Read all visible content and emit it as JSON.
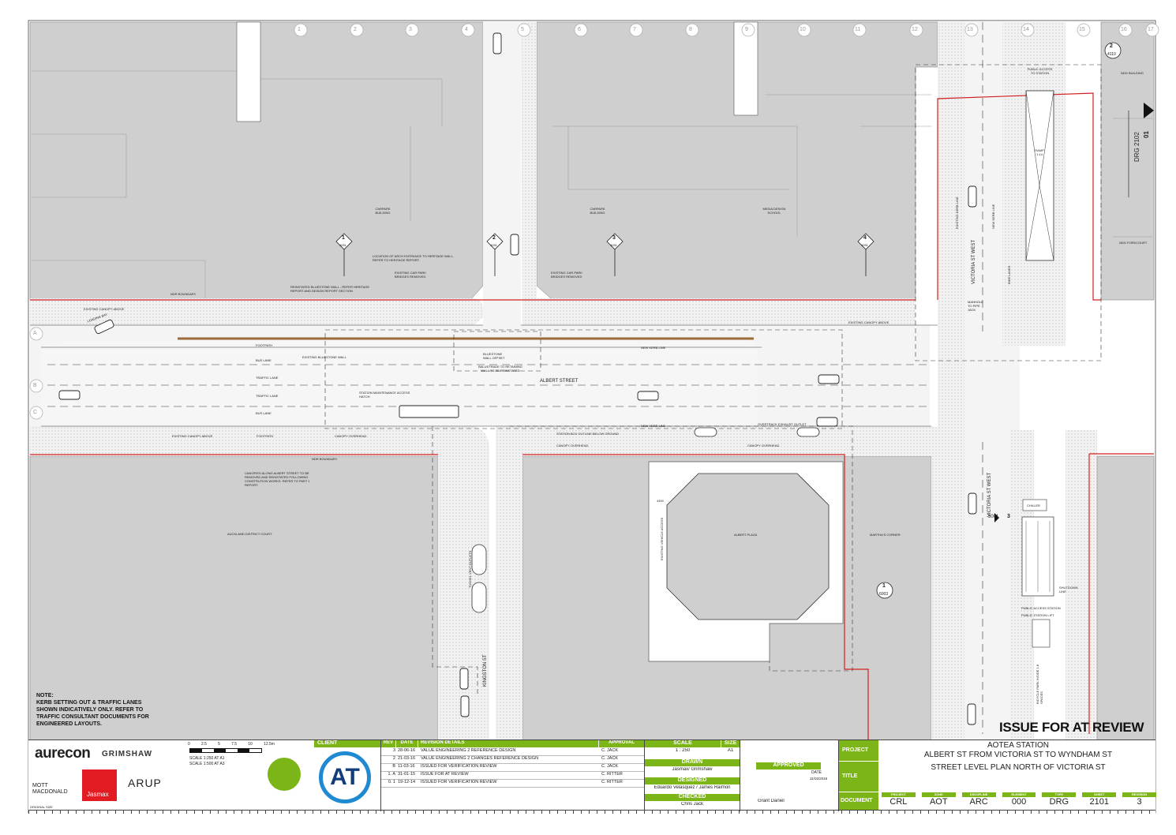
{
  "drawing": {
    "grid_top": [
      "1",
      "2",
      "3",
      "4",
      "5",
      "6",
      "7",
      "8",
      "9",
      "10",
      "11",
      "12",
      "13",
      "14",
      "15",
      "16",
      "17"
    ],
    "grid_left": [
      "A",
      "B",
      "C"
    ],
    "streets": {
      "albert": "ALBERT STREET",
      "kingston": "KINGSTON ST",
      "victoria": "VICTORIA ST WEST",
      "victoria2": "VICTORIA ST WEST"
    },
    "buildings": {
      "carpark1": "CARPARK BUILDING",
      "carpark2": "CARPARK BUILDING",
      "media": "MEDIA DESIGN SCHOOL",
      "court": "AUCKLAND DISTRICT COURT",
      "plaza": "ALBERT PLAZA",
      "martha": "MARTHA'S CORNER",
      "ndg": "NDG BUILDING",
      "ndg_forecourt": "NDG FORECOURT",
      "chiller": "CHILLER"
    },
    "lanes": [
      "FOOTPATH",
      "BUS LANE",
      "TRAFFIC LANE",
      "TRAFFIC LANE",
      "BUS LANE"
    ],
    "annotations": {
      "arch": "LOCATION OF ARCH ENTRANCE TO HERITAGE WALL. REFER TO HERITAGE REPORT.",
      "carpark_bridges1": "EXISTING CAR PARK BRIDGES REMOVED",
      "carpark_bridges2": "EXISTING CAR PARK BRIDGES REMOVED",
      "bluestone": "REINSTATED BLUESTONE WALL - REFER HERITAGE REPORT AND DESIGN REPORT SECTION",
      "ndr1": "NDR BOUNDARY",
      "ndr2": "NDR BOUNDARY",
      "canopy_above1": "EXISTING CANOPY ABOVE",
      "canopy_above2": "EXISTING CANOPY ABOVE",
      "canopy_above3": "EXISTING CANOPY ABOVE",
      "loading": "LOADING BAY",
      "existing_bluestone": "EXISTING BLUESTONE WALL",
      "bluestone_offset": "BLUESTONE WALL OFFSET",
      "balustrade": "BALUSTRADE TO RETAINING WALL TO BE REINSTATED",
      "new_kerb1": "NEW KERB LINE",
      "new_kerb2": "NEW KERB LINE",
      "maintenance": "STATION MAINTENANCE ACCESS HATCH",
      "footpath": "FOOTPATH",
      "canopy_overhead1": "CANOPY OVERHEAD",
      "canopy_overhead2": "CANOPY OVERHEAD",
      "canopy_overhead3": "CANOPY OVERHEAD",
      "station_box": "STATION BOX OUTLINE BELOW GROUND",
      "overtrack": "OVERTRACK EXHAUST OUTLET",
      "canopies_note": "CANOPIES ALONG ALBERT STREET TO BE REMOVED AND REINSTATED FOLLOWING CONSTRUTION WORKS. REFER TO PART 1 REPORT.",
      "vent": "TUNNEL VENT OUTLETS",
      "emergency": "EXISTING VEHICLE ACCESS",
      "dim_4300": "4300",
      "manhole": "MANHOLE TO PIPE JACK",
      "public_access": "PUBLIC ACCESS TO STATION",
      "ramp": "RAMP 1:14",
      "public_access2": "PUBLIC ACCESS STATION",
      "lift": "PUBLIC STATION LIFT",
      "shutdown": "SHUTDOWN LINE",
      "bike_lanes": "BIKE LANES",
      "new_kerb_line": "NEW KERB LINE",
      "existing_kerb_line": "EXISTING KERB LINE",
      "bicycle": "BICYCLE PARK INSIDE 1.8 SPACES",
      "drg_ref": "DRG 2102",
      "drg_num": "01",
      "ref_5001": "5001",
      "ref_3": "3"
    },
    "section_markers": [
      {
        "num": "1",
        "ref": "4051"
      },
      {
        "num": "2",
        "ref": "4051"
      },
      {
        "num": "3",
        "ref": "4051"
      },
      {
        "num": "4",
        "ref": "4051"
      }
    ],
    "detail_refs": [
      {
        "num": "2",
        "ref": "4110"
      },
      {
        "num": "1",
        "ref": "6003"
      }
    ]
  },
  "status": "ISSUE FOR AT REVIEW",
  "note": [
    "NOTE:",
    "KERB SETTING OUT & TRAFFIC LANES",
    "SHOWN INDICATIVELY ONLY. REFER TO",
    "TRAFFIC CONSULTANT DOCUMENTS FOR",
    "ENGINEERED LAYOUTS."
  ],
  "title_block": {
    "logos": {
      "aurecon": "aurecon",
      "grimshaw": "GRIMSHAW",
      "mott": "MOTT MACDONALD",
      "jasmax": "Jasmax",
      "arup": "ARUP",
      "at": "AT"
    },
    "scale_bar": {
      "ticks": [
        "0",
        "2.5",
        "5",
        "7.5",
        "10",
        "12.5m"
      ],
      "a1": "SCALE 1:250 AT A1",
      "a3": "SCALE 1:500 AT A3"
    },
    "client_label": "CLIENT",
    "original_size": "ORIGINAL SIZE",
    "headers": {
      "rev": "REV",
      "date": "DATE",
      "details": "REVISION DETAILS",
      "approval": "APPROVAL"
    },
    "revisions": [
      {
        "rev": "3",
        "date": "28-06-16",
        "details": "VALUE ENGINEERING 2 REFERENCE DESIGN",
        "approval": "C. JACK"
      },
      {
        "rev": "2",
        "date": "21-03-16",
        "details": "VALUE ENGINEERING 2 CHANGES REFERENCE DESIGN",
        "approval": "C. JACK"
      },
      {
        "rev": "B",
        "date": "11-03-16",
        "details": "ISSUED FOR VERIFICATION REVIEW",
        "approval": "C. JACK"
      },
      {
        "rev": "1. A",
        "date": "31-01-15",
        "details": "ISSUE FOR AT REVIEW",
        "approval": "C. RITTER"
      },
      {
        "rev": "0. 1",
        "date": "19-12-14",
        "details": "ISSUED FOR VERIFICATION REVIEW",
        "approval": "C. RITTER"
      }
    ],
    "scale_label": "SCALE",
    "scale": "1 : 250",
    "size_label": "SIZE",
    "size": "A1",
    "drawn_label": "DRAWN",
    "drawn": "Jasmax/ Grimshaw",
    "designed_label": "DESIGNED",
    "designed": "Eduardo Velasquez / James Raimon",
    "checked_label": "CHECKED",
    "checked": "Chris Jack",
    "approved_label": "APPROVED",
    "date_label": "DATE",
    "approved_date": "11/03/2016",
    "approver": "Grant Daniel",
    "project_label": "PROJECT",
    "project_1": "AOTEA STATION",
    "project_2": "ALBERT ST FROM VICTORIA ST TO WYNDHAM ST",
    "title_label": "TITLE",
    "title": "STREET LEVEL PLAN NORTH OF VICTORIA ST",
    "document_label": "DOCUMENT",
    "doc_fields": [
      {
        "label": "PROJECT",
        "value": "CRL"
      },
      {
        "label": "ZONE",
        "value": "AOT"
      },
      {
        "label": "DISCIPLINE",
        "value": "ARC"
      },
      {
        "label": "ELEMENT",
        "value": "000"
      },
      {
        "label": "TYPE",
        "value": "DRG"
      },
      {
        "label": "SHEET",
        "value": "2101"
      },
      {
        "label": "REVISION",
        "value": "3"
      }
    ]
  }
}
